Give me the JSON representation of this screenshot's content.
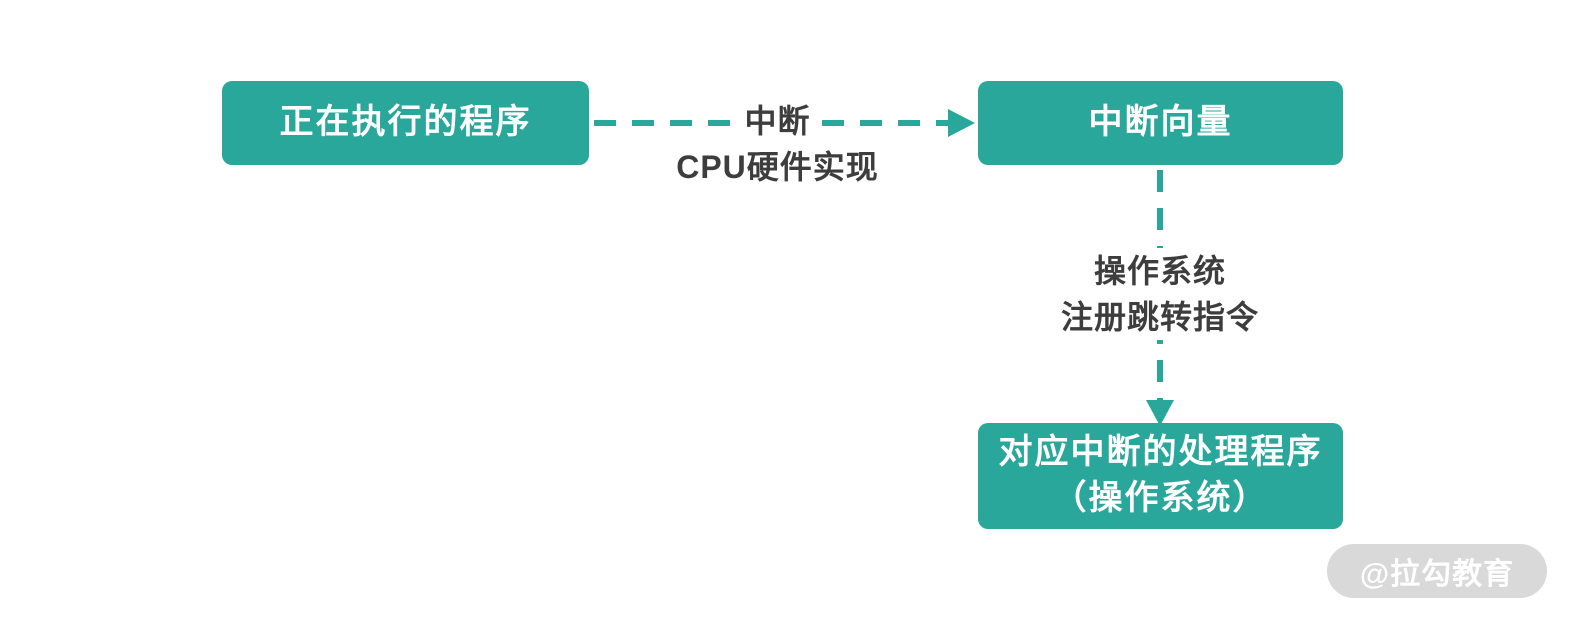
{
  "diagram": {
    "title": "interrupt-handling-flow",
    "nodes": {
      "running_program": {
        "label": "正在执行的程序"
      },
      "interrupt_vector": {
        "label": "中断向量"
      },
      "handler": {
        "label_line1": "对应中断的处理程序",
        "label_line2": "（操作系统）"
      }
    },
    "edges": {
      "interrupt": {
        "from": "running_program",
        "to": "interrupt_vector",
        "label_line1": "中断",
        "label_line2": "CPU硬件实现",
        "style": "dashed-arrow"
      },
      "register_jump": {
        "from": "interrupt_vector",
        "to": "handler",
        "label_line1": "操作系统",
        "label_line2": "注册跳转指令",
        "style": "dashed-arrow"
      }
    },
    "colors": {
      "accent": "#2aa79b",
      "text": "#3d3d3d",
      "watermark_bg": "#d9d9d9",
      "watermark_text": "#ffffff"
    },
    "watermark": "@拉勾教育"
  }
}
